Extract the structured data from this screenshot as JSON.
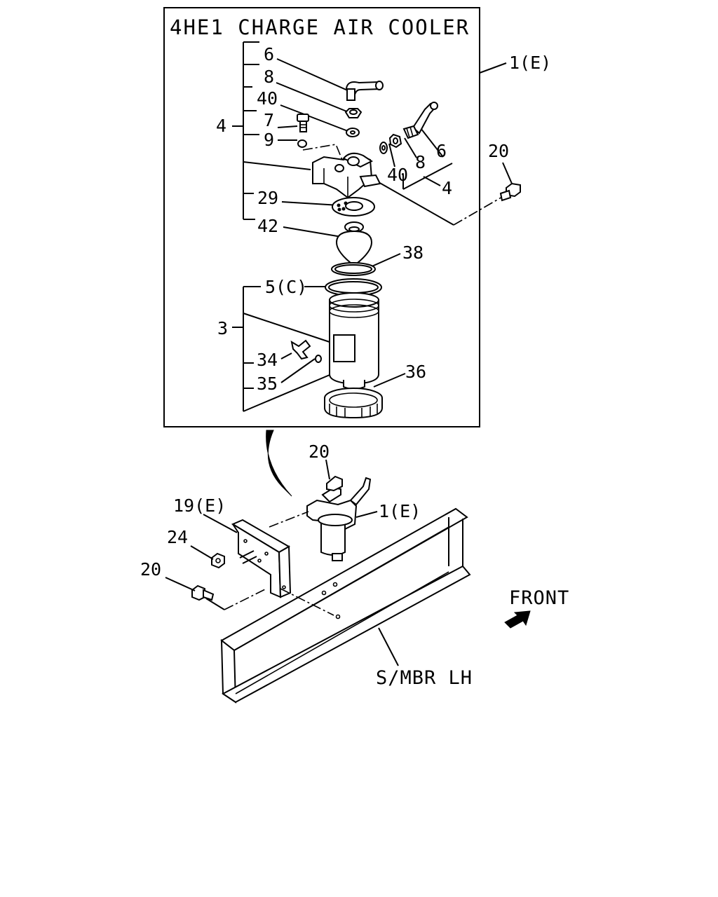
{
  "title": "4HE1 CHARGE AIR COOLER",
  "labels": {
    "assy_top": "1(E)",
    "assy_bottom": "1(E)",
    "l6a": "6",
    "l8a": "8",
    "l40a": "40",
    "l7": "7",
    "l4a": "4",
    "l9": "9",
    "l6b": "6",
    "l8b": "8",
    "l40b": "40",
    "l4b": "4",
    "l20a": "20",
    "l29": "29",
    "l42": "42",
    "l38": "38",
    "l5c": "5(C)",
    "l3": "3",
    "l34": "34",
    "l35": "35",
    "l36": "36",
    "l20b": "20",
    "l19e": "19(E)",
    "l24": "24",
    "l20c": "20",
    "front": "FRONT",
    "smbr": "S/MBR LH"
  },
  "icons": {
    "front_arrow": "arrow-icon"
  }
}
